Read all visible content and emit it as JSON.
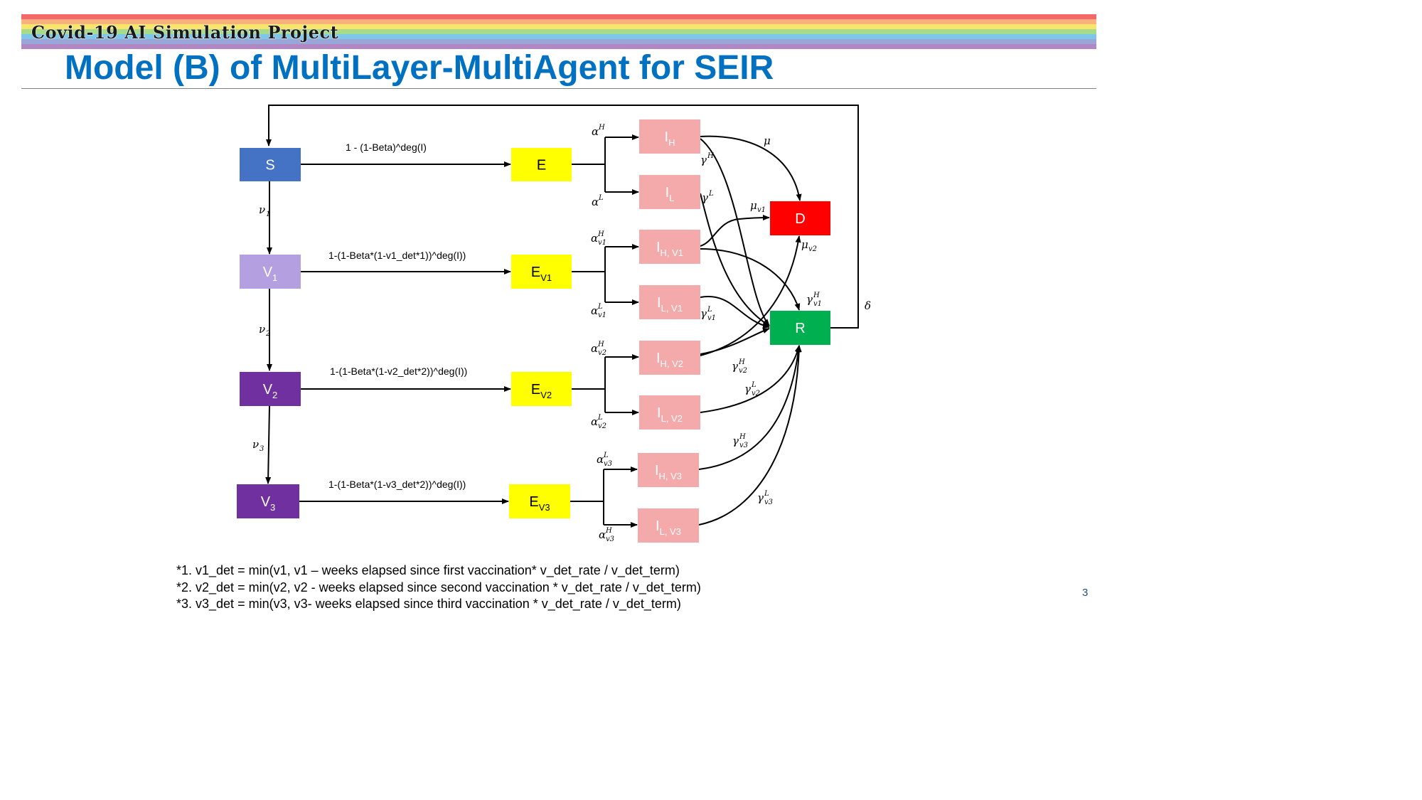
{
  "header": {
    "banner_text": "Covid-19 AI Simulation Project",
    "title": "Model (B) of MultiLayer-MultiAgent for SEIR",
    "rainbow_colors": [
      "#f4676a",
      "#f9b27b",
      "#f9e56c",
      "#a6db8a",
      "#7ec6ea",
      "#9aa6d8",
      "#b187c4"
    ]
  },
  "diagram": {
    "nodes": [
      {
        "id": "S",
        "label": "S",
        "sub": "",
        "color": "#4472c4",
        "text_color": "#ffffff"
      },
      {
        "id": "V1",
        "label": "V",
        "sub": "1",
        "color": "#b4a0e0",
        "text_color": "#ffffff"
      },
      {
        "id": "V2",
        "label": "V",
        "sub": "2",
        "color": "#7030a0",
        "text_color": "#ffffff"
      },
      {
        "id": "V3",
        "label": "V",
        "sub": "3",
        "color": "#7030a0",
        "text_color": "#ffffff"
      },
      {
        "id": "E",
        "label": "E",
        "sub": "",
        "color": "#ffff00",
        "text_color": "#000000"
      },
      {
        "id": "EV1",
        "label": "E",
        "sub": "V1",
        "color": "#ffff00",
        "text_color": "#000000"
      },
      {
        "id": "EV2",
        "label": "E",
        "sub": "V2",
        "color": "#ffff00",
        "text_color": "#000000"
      },
      {
        "id": "EV3",
        "label": "E",
        "sub": "V3",
        "color": "#ffff00",
        "text_color": "#000000"
      },
      {
        "id": "IH",
        "label": "I",
        "sub": "H",
        "color": "#f4aaaa",
        "text_color": "#ffffff"
      },
      {
        "id": "IL",
        "label": "I",
        "sub": "L",
        "color": "#f4aaaa",
        "text_color": "#ffffff"
      },
      {
        "id": "IHV1",
        "label": "I",
        "sub": "H, V1",
        "color": "#f4aaaa",
        "text_color": "#ffffff"
      },
      {
        "id": "ILV1",
        "label": "I",
        "sub": "L, V1",
        "color": "#f4aaaa",
        "text_color": "#ffffff"
      },
      {
        "id": "IHV2",
        "label": "I",
        "sub": "H, V2",
        "color": "#f4aaaa",
        "text_color": "#ffffff"
      },
      {
        "id": "ILV2",
        "label": "I",
        "sub": "L, V2",
        "color": "#f4aaaa",
        "text_color": "#ffffff"
      },
      {
        "id": "IHV3",
        "label": "I",
        "sub": "H, V3",
        "color": "#f4aaaa",
        "text_color": "#ffffff"
      },
      {
        "id": "ILV3",
        "label": "I",
        "sub": "L, V3",
        "color": "#f4aaaa",
        "text_color": "#ffffff"
      },
      {
        "id": "D",
        "label": "D",
        "sub": "",
        "color": "#ff0000",
        "text_color": "#ffffff"
      },
      {
        "id": "R",
        "label": "R",
        "sub": "",
        "color": "#00b050",
        "text_color": "#ffffff"
      }
    ],
    "infection_rates": [
      "1 - (1-Beta)^deg(I)",
      "1-(1-Beta*(1-v1_det*1))^deg(I))",
      "1-(1-Beta*(1-v2_det*2))^deg(I))",
      "1-(1-Beta*(1-v3_det*2))^deg(I))"
    ],
    "params": [
      {
        "id": "nu1",
        "sym": "ν",
        "sup": "",
        "sub": "1",
        "color": "#000000"
      },
      {
        "id": "nu2",
        "sym": "ν",
        "sup": "",
        "sub": "2",
        "color": "#000000"
      },
      {
        "id": "nu3",
        "sym": "ν",
        "sup": "",
        "sub": "3",
        "color": "#000000"
      },
      {
        "id": "alphaH",
        "sym": "α",
        "sup": "H",
        "sub": "",
        "color": "#000000"
      },
      {
        "id": "alphaL",
        "sym": "α",
        "sup": "L",
        "sub": "",
        "color": "#000000"
      },
      {
        "id": "alphaHv1",
        "sym": "α",
        "sup": "H",
        "sub": "v1",
        "color": "#000000"
      },
      {
        "id": "alphaLv1",
        "sym": "α",
        "sup": "L",
        "sub": "v1",
        "color": "#000000"
      },
      {
        "id": "alphaHv2",
        "sym": "α",
        "sup": "H",
        "sub": "v2",
        "color": "#000000"
      },
      {
        "id": "alphaLv2",
        "sym": "α",
        "sup": "L",
        "sub": "v2",
        "color": "#000000"
      },
      {
        "id": "alphaLv3",
        "sym": "α",
        "sup": "L",
        "sub": "v3",
        "color": "#8b4a3a"
      },
      {
        "id": "alphaHv3",
        "sym": "α",
        "sup": "H",
        "sub": "v3",
        "color": "#000000"
      },
      {
        "id": "gammaH",
        "sym": "γ",
        "sup": "H",
        "sub": "",
        "color": "#000000"
      },
      {
        "id": "gammaL",
        "sym": "γ",
        "sup": "L",
        "sub": "",
        "color": "#000000"
      },
      {
        "id": "mu",
        "sym": "μ",
        "sup": "",
        "sub": "",
        "color": "#000000"
      },
      {
        "id": "muv1",
        "sym": "μ",
        "sup": "",
        "sub": "v1",
        "color": "#000000"
      },
      {
        "id": "muv2",
        "sym": "μ",
        "sup": "",
        "sub": "v2",
        "color": "#000000"
      },
      {
        "id": "gammaHv1",
        "sym": "γ",
        "sup": "H",
        "sub": "v1",
        "color": "#000000"
      },
      {
        "id": "gammaLv1",
        "sym": "γ",
        "sup": "L",
        "sub": "v1",
        "color": "#000000"
      },
      {
        "id": "gammaHv2",
        "sym": "γ",
        "sup": "H",
        "sub": "v2",
        "color": "#000000"
      },
      {
        "id": "gammaLv2",
        "sym": "γ",
        "sup": "L",
        "sub": "v2",
        "color": "#000000"
      },
      {
        "id": "gammaHv3",
        "sym": "γ",
        "sup": "H",
        "sub": "v3",
        "color": "#000000"
      },
      {
        "id": "gammaLv3",
        "sym": "γ",
        "sup": "L",
        "sub": "v3",
        "color": "#000000"
      },
      {
        "id": "delta",
        "sym": "δ",
        "sup": "",
        "sub": "",
        "color": "#000000"
      }
    ]
  },
  "footnotes": [
    "*1. v1_det = min(v1, v1 – weeks elapsed since first vaccination* v_det_rate / v_det_term)",
    "*2. v2_det = min(v2, v2 - weeks elapsed since second vaccination * v_det_rate / v_det_term)",
    "*3. v3_det = min(v3, v3- weeks elapsed since third vaccination * v_det_rate / v_det_term)"
  ],
  "page_number": "3"
}
